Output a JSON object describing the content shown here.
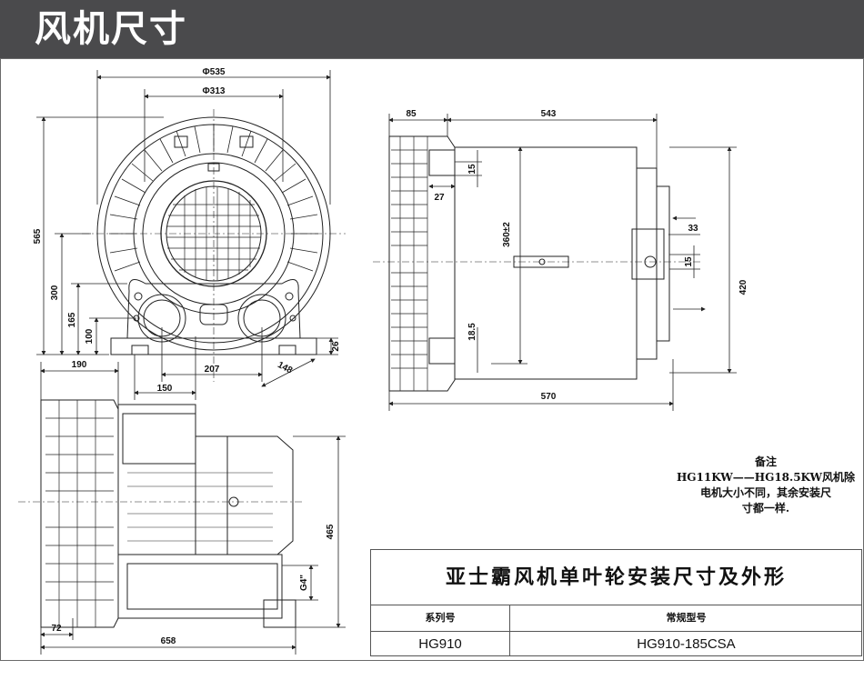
{
  "header": {
    "title": "风机尺寸"
  },
  "dimensions": {
    "front": {
      "d535": "Φ535",
      "d313": "Φ313",
      "h565": "565",
      "h300": "300",
      "h165": "165",
      "h100": "100",
      "h26": "26",
      "w207": "207",
      "w148": "148",
      "w150": "150"
    },
    "side": {
      "w85": "85",
      "w543": "543",
      "h15a": "15",
      "w27": "27",
      "h360": "360±2",
      "h18_5": "18.5",
      "w33": "33",
      "h15b": "15",
      "h420": "420",
      "w570": "570"
    },
    "top": {
      "w190": "190",
      "h465": "465",
      "d64": "G4\"",
      "w72": "72",
      "w658": "658"
    }
  },
  "note": {
    "title": "备注",
    "line1": "HG11KW——HG18.5KW风机除",
    "line2": "电机大小不同，其余安装尺",
    "line3": "寸都一样."
  },
  "title_block": {
    "title": "亚士霸风机单叶轮安装尺寸及外形",
    "col1_header": "系列号",
    "col2_header": "常规型号",
    "col1_value": "HG910",
    "col2_value": "HG910-185CSA"
  },
  "colors": {
    "header_bg": "#4a4a4c",
    "line": "#222222"
  }
}
